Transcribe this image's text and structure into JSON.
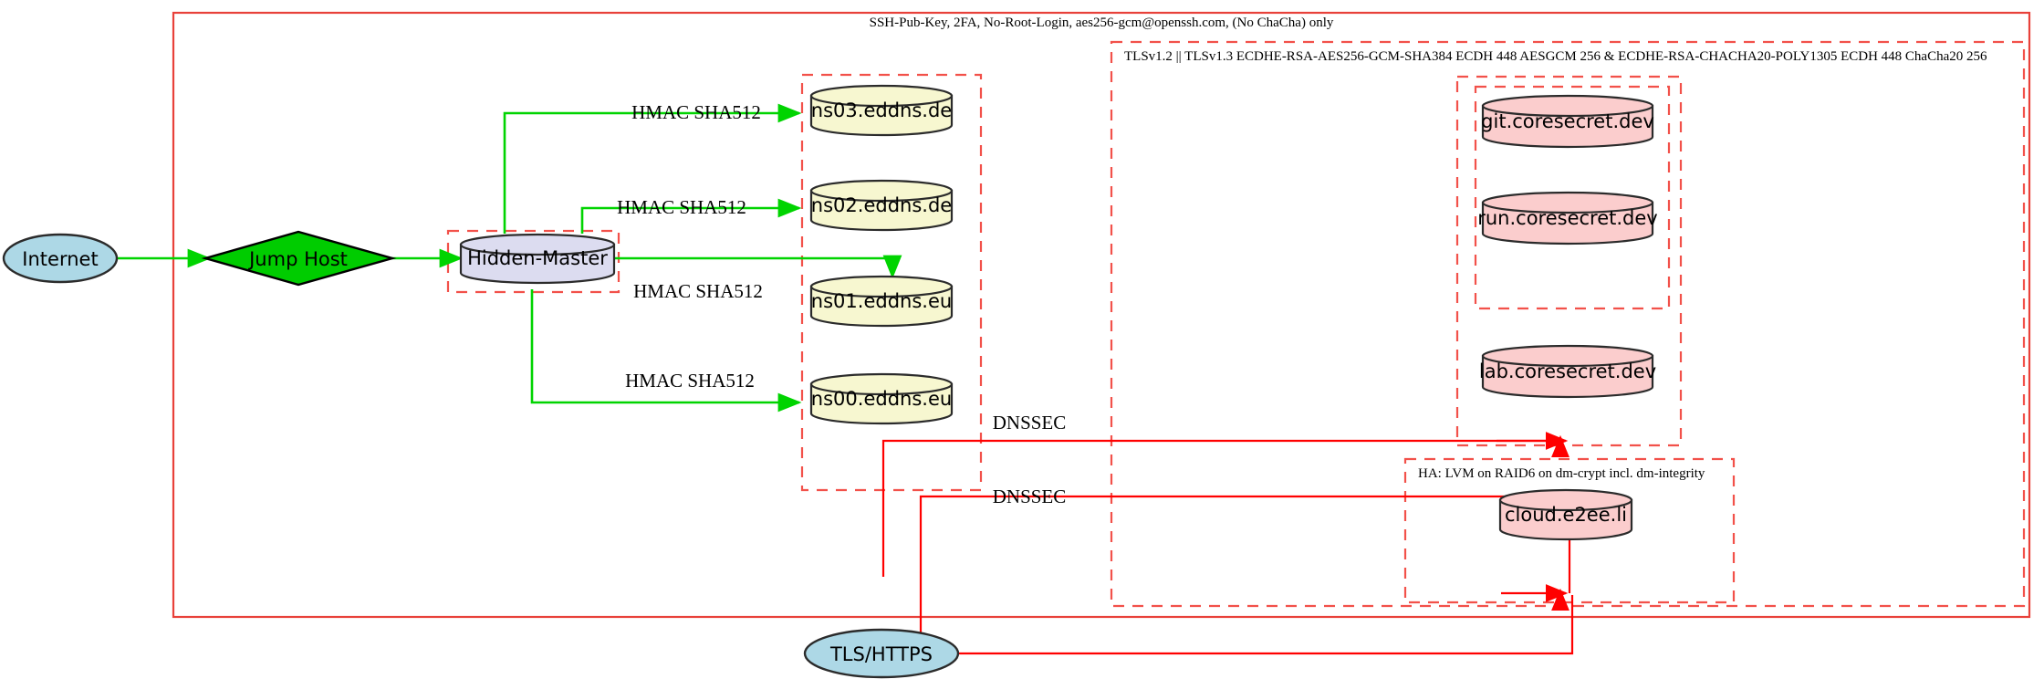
{
  "diagram": {
    "title_label": "SSH-Pub-Key, 2FA, No-Root-Login, aes256-gcm@openssh.com, (No ChaCha) only",
    "tls_label": "TLSv1.2 || TLSv1.3 ECDHE-RSA-AES256-GCM-SHA384 ECDH 448 AESGCM 256 & ECDHE-RSA-CHACHA20-POLY1305 ECDH 448 ChaCha20 256",
    "ha_label": "HA: LVM on RAID6 on dm-crypt incl. dm-integrity"
  },
  "nodes": {
    "internet": "Internet",
    "jump_host": "Jump Host",
    "hidden_master": "Hidden-Master",
    "tls_https": "TLS/HTTPS",
    "ns03": "ns03.eddns.de",
    "ns02": "ns02.eddns.de",
    "ns01": "ns01.eddns.eu",
    "ns00": "ns00.eddns.eu",
    "git": "git.coresecret.dev",
    "run": "run.coresecret.dev",
    "lab": "lab.coresecret.dev",
    "cloud": "cloud.e2ee.li"
  },
  "edges": {
    "hmac_ns03": "HMAC SHA512",
    "hmac_ns02": "HMAC SHA512",
    "hmac_ns01": "HMAC SHA512",
    "hmac_ns00": "HMAC SHA512",
    "dnssec_upper": "DNSSEC",
    "dnssec_lower": "DNSSEC"
  },
  "colors": {
    "frame_red": "#e8413a",
    "dashed_red": "#f2514a",
    "edge_green": "#00d400",
    "node_blue": "#add8e6",
    "node_green": "#00cc00",
    "node_lavender": "#dcdcf0",
    "node_cream": "#f7f7d0",
    "node_pink": "#fbcdcd",
    "stroke_dark": "#2b2b2b"
  }
}
